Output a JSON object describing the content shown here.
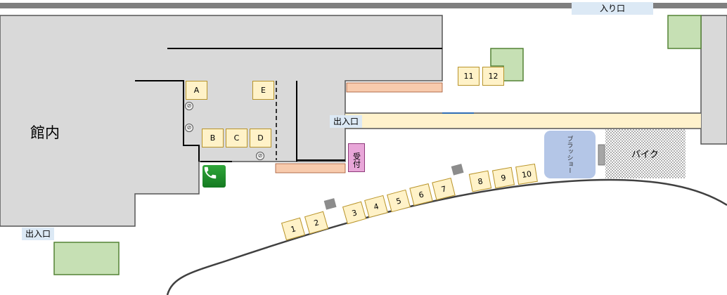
{
  "building": {
    "label": "館内"
  },
  "entrances": {
    "top": "入り口",
    "middle": "出入口",
    "left": "出入口"
  },
  "reception": {
    "label": "受付"
  },
  "brush": {
    "label": "ブラッショー"
  },
  "bike": {
    "label": "バイク"
  },
  "booths_indoor": [
    "A",
    "B",
    "C",
    "D",
    "E"
  ],
  "booths_top": [
    "11",
    "12"
  ],
  "booths_road": [
    "1",
    "2",
    "3",
    "4",
    "5",
    "6",
    "7",
    "8",
    "9",
    "10"
  ],
  "icons": {
    "phone": "phone-icon",
    "outlet": "outlet-icon"
  },
  "colors": {
    "building": "#d9d9d9",
    "green": "#c6e0b4",
    "green_border": "#548235",
    "booth": "#fff2c8",
    "peach": "#f8cbad",
    "path": "#fff2cc",
    "reception": "#e8a6d8",
    "brush": "#b4c6e7",
    "entrance": "#dce9f5"
  }
}
